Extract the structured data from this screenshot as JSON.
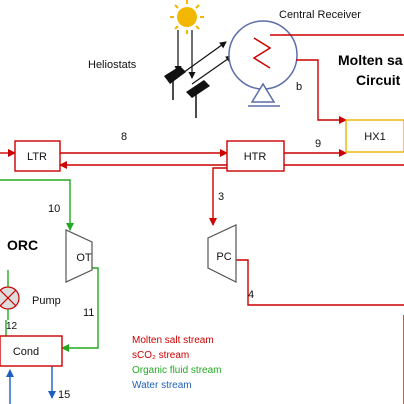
{
  "labels": {
    "central_receiver": "Central Receiver",
    "heliostats": "Heliostats",
    "molten_salt_circuit_line1": "Molten sa",
    "molten_salt_circuit_line2": "Circuit",
    "orc": "ORC",
    "pump": "Pump"
  },
  "components": {
    "ltr": "LTR",
    "htr": "HTR",
    "hx1": "HX1",
    "ot": "OT",
    "pc": "PC",
    "cond": "Cond"
  },
  "stream_numbers": {
    "s8": "8",
    "s9": "9",
    "s3": "3",
    "s4": "4",
    "s10": "10",
    "s11": "11",
    "s12": "12",
    "s15": "15",
    "sb": "b"
  },
  "legend": [
    {
      "label": "Molten salt stream",
      "color": "#cc0000"
    },
    {
      "label": "sCO₂ stream",
      "color": "#cc0000"
    },
    {
      "label": "Organic fluid stream",
      "color": "#22aa22"
    },
    {
      "label": "Water stream",
      "color": "#1f5fbf"
    }
  ],
  "colors": {
    "molten_salt": "#cc0000",
    "sco2": "#cc0000",
    "organic": "#22aa22",
    "water": "#1f5fbf",
    "hx1_border": "#e8b400",
    "sun": "#f2b700"
  }
}
